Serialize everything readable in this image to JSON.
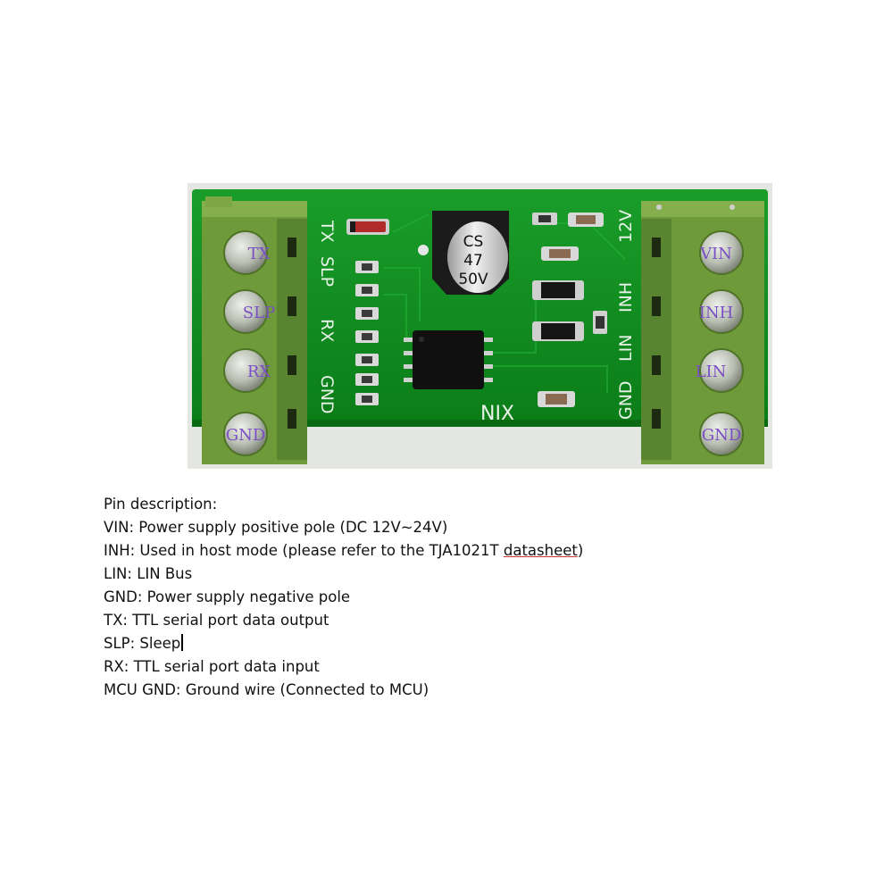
{
  "board": {
    "left_terminal_labels": [
      "TX",
      "SLP",
      "RX",
      "GND"
    ],
    "right_terminal_labels": [
      "VIN",
      "INH",
      "LIN",
      "GND"
    ],
    "silk_left": [
      "TX",
      "SLP",
      "RX",
      "GND"
    ],
    "silk_right": [
      "12V",
      "INH",
      "LIN",
      "GND"
    ],
    "silk_nix": "NIX",
    "capacitor_text": [
      "CS",
      "47",
      "50V"
    ],
    "colors": {
      "pcb": "#0f8a1e",
      "terminal": "#6f9a3a",
      "terminal_dark": "#4e7326",
      "pin_label": "#7b4fc4"
    }
  },
  "description": {
    "title": "Pin description:",
    "lines": [
      "VIN: Power supply positive pole (DC 12V~24V)",
      "INH: Used in host mode (please refer to the TJA1021T ",
      "LIN: LIN Bus",
      "GND: Power supply negative pole",
      "TX: TTL serial port data output",
      "SLP: Sleep",
      "RX: TTL serial port data input",
      "MCU GND: Ground wire (Connected to MCU)"
    ],
    "inh_link_text": "datasheet",
    "inh_suffix": ")"
  }
}
